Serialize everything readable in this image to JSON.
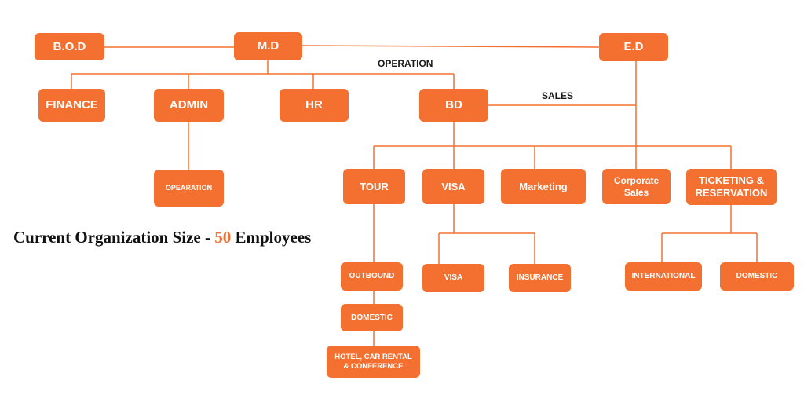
{
  "colors": {
    "box": "#f47030",
    "connector": "#f47030",
    "text": "#ffffff",
    "highlight": "#f47030"
  },
  "nodes": {
    "bod": "B.O.D",
    "md": "M.D",
    "ed": "E.D",
    "finance": "FINANCE",
    "admin": "ADMIN",
    "hr": "HR",
    "bd": "BD",
    "admin_operation": "OPEARATION",
    "tour": "TOUR",
    "visa": "VISA",
    "marketing": "Marketing",
    "corporate_sales": "Corporate\nSales",
    "ticketing": "TICKETING &\nRESERVATION",
    "outbound": "OUTBOUND",
    "tour_domestic": "DOMESTIC",
    "hotel": "HOTEL, CAR RENTAL\n& CONFERENCE",
    "visa_sub": "VISA",
    "insurance": "INSURANCE",
    "international": "INTERNATIONAL",
    "ticket_domestic": "DOMESTIC"
  },
  "edge_labels": {
    "operation": "OPERATION",
    "sales": "SALES"
  },
  "caption": {
    "prefix": "Current Organization Size -",
    "count": "50",
    "suffix": "Employees"
  }
}
